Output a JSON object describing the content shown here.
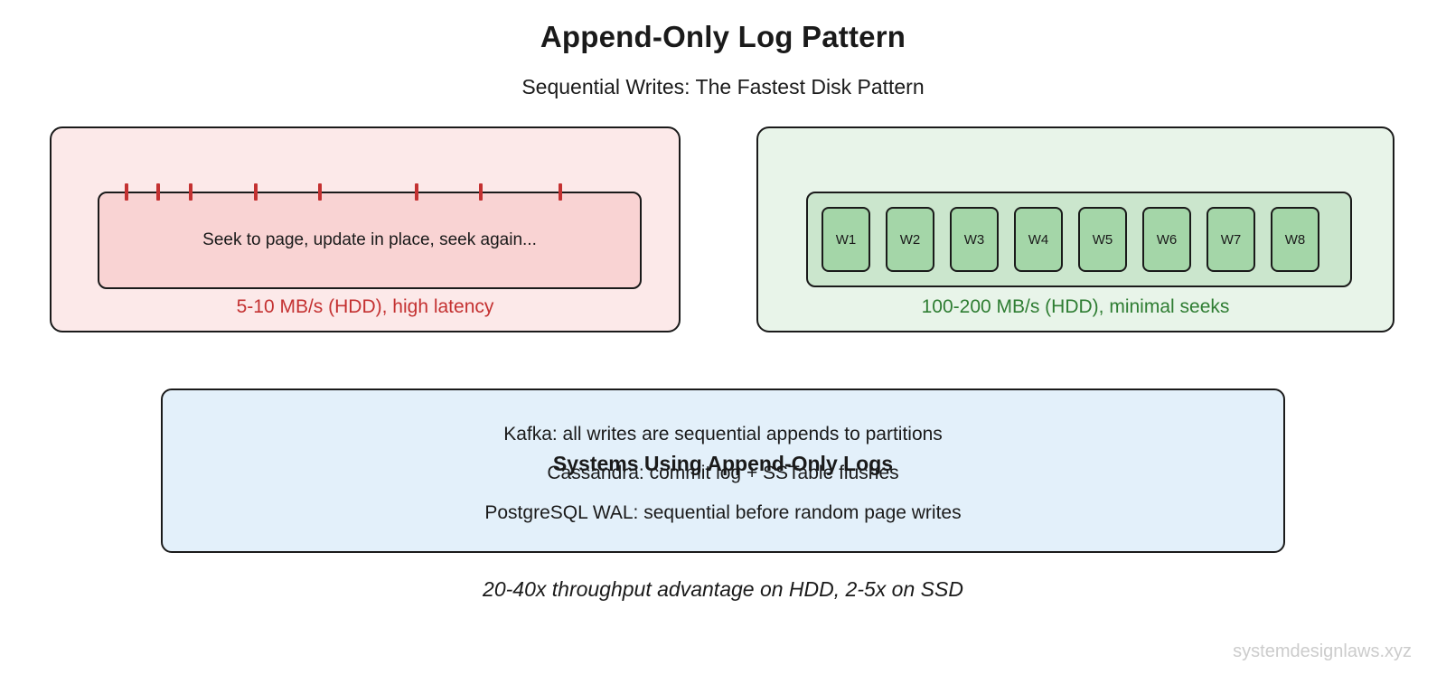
{
  "header": {
    "title": "Append-Only Log Pattern",
    "subtitle": "Sequential Writes: The Fastest Disk Pattern"
  },
  "panels": {
    "random": {
      "description": "Seek to page, update in place, seek again...",
      "caption": "5-10 MB/s (HDD), high latency",
      "tick_positions_pct": [
        5.3,
        11.1,
        17.1,
        29.1,
        40.9,
        58.6,
        70.4,
        85.0
      ]
    },
    "sequential": {
      "writes": [
        "W1",
        "W2",
        "W3",
        "W4",
        "W5",
        "W6",
        "W7",
        "W8"
      ],
      "caption": "100-200 MB/s (HDD), minimal seeks"
    },
    "systems": {
      "title": "Systems Using Append-Only Logs",
      "items": [
        "Kafka: all writes are sequential appends to partitions",
        "Cassandra: commit log + SSTable flushes",
        "PostgreSQL WAL: sequential before random page writes"
      ]
    }
  },
  "footer": {
    "note": "20-40x throughput advantage on HDD, 2-5x on SSD",
    "watermark": "systemdesignlaws.xyz"
  },
  "colors": {
    "ink": "#1a1a1a",
    "pink-light": "#fce9e9",
    "pink-mid": "#f9d3d3",
    "red": "#c43131",
    "green-light": "#e8f4e9",
    "green-mid": "#cbe6cd",
    "green-box": "#a4d6a8",
    "green-text": "#2e7d32",
    "blue-light": "#e3f0fa",
    "watermark": "#cccccc",
    "bg": "#ffffff"
  }
}
